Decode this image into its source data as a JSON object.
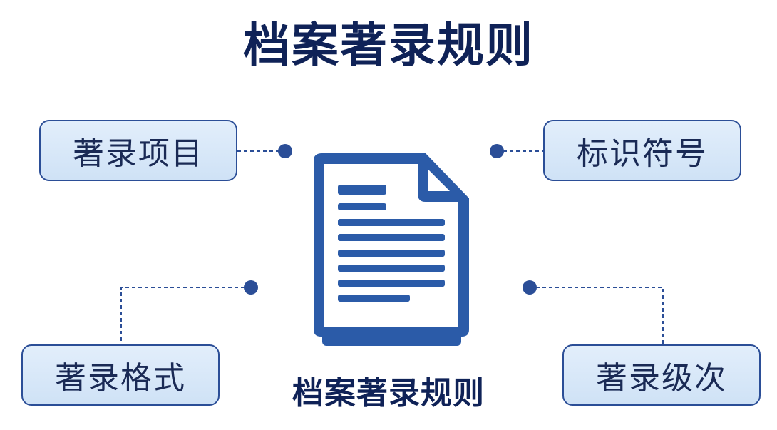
{
  "title": "档案著录规则",
  "center_label": "档案著录规则",
  "nodes": {
    "top_left": "著录项目",
    "top_right": "标识符号",
    "bottom_left": "著录格式",
    "bottom_right": "著录级次"
  },
  "colors": {
    "navy": "#0f2257",
    "blue": "#2b5ba8",
    "box_fill": "#d6e6f7"
  }
}
